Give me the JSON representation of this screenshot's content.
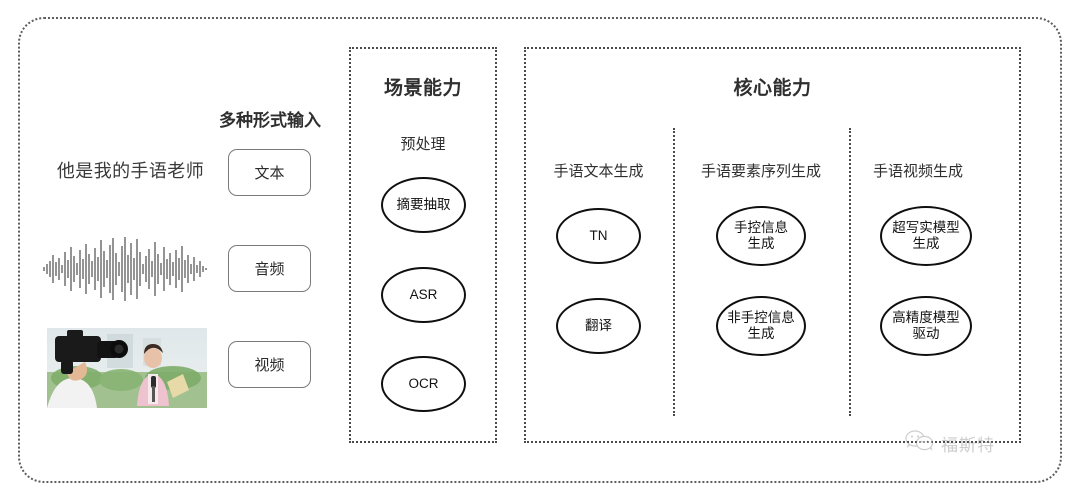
{
  "input_section": {
    "header": "多种形式输入",
    "sample_text": "他是我的手语老师",
    "chips": [
      {
        "label": "文本"
      },
      {
        "label": "音频"
      },
      {
        "label": "视频"
      }
    ],
    "waveform_name": "audio-waveform",
    "thumbnail_name": "video-thumbnail"
  },
  "scene_panel": {
    "title": "场景能力",
    "columns": [
      {
        "header": "预处理",
        "nodes": [
          "摘要抽取",
          "ASR",
          "OCR"
        ]
      }
    ]
  },
  "core_panel": {
    "title": "核心能力",
    "columns": [
      {
        "header": "手语文本生成",
        "nodes": [
          "TN",
          "翻译"
        ]
      },
      {
        "header": "手语要素序列生成",
        "nodes": [
          "手控信息\n生成",
          "非手控信息\n生成"
        ]
      },
      {
        "header": "手语视频生成",
        "nodes": [
          "超写实模型\n生成",
          "高精度模型\n驱动"
        ]
      }
    ]
  },
  "watermark": {
    "icon": "wechat-icon",
    "label": "福斯特"
  },
  "colors": {
    "frame": "#5d5d5d",
    "panel_border": "#4a4a4a",
    "ellipse_border": "#0f0f0f",
    "title_text": "#2f2f2f",
    "body_text": "#131313",
    "chip_border": "#7a7a7a",
    "background": "#ffffff"
  }
}
